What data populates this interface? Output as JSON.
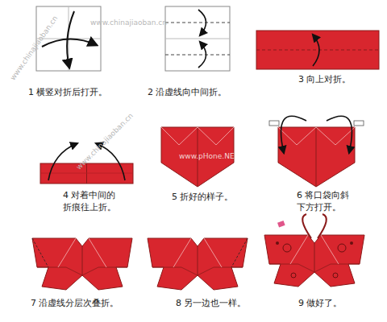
{
  "diagram": {
    "labels": [
      "1 横竖对折后打开。",
      "2 沿虚线向中间折。",
      "3 向上对折。",
      "4 对着中间的 折痕往上折。",
      "5 折好的样子。",
      "6 将口袋向斜 下方打开。",
      "7 沿虚线分层次叠折。",
      "8 另一边也一样。",
      "9 做好了。",
      "www.chinajiaoban.cn",
      "www.chinajiaoban.cn",
      "www.chinajiaoban.cn",
      "www.pHone.NE"
    ]
  }
}
